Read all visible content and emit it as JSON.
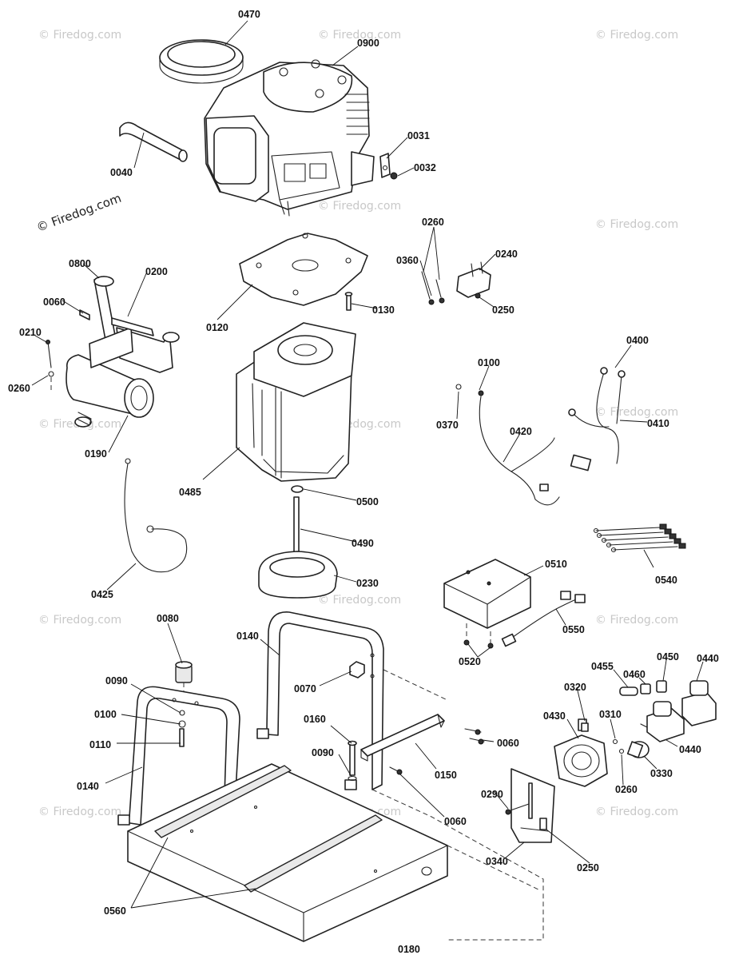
{
  "watermarks": {
    "copyright": "© Firedog.com",
    "plain": "Firedog.com"
  },
  "callouts": {
    "c0470": "0470",
    "c0900": "0900",
    "c0040": "0040",
    "c0031": "0031",
    "c0032": "0032",
    "c0260a": "0260",
    "c0240": "0240",
    "c0360": "0360",
    "c0250a": "0250",
    "c0800": "0800",
    "c0200": "0200",
    "c0060a": "0060",
    "c0210": "0210",
    "c0260b": "0260",
    "c0190": "0190",
    "c0120": "0120",
    "c0130": "0130",
    "c0400": "0400",
    "c0100a": "0100",
    "c0370": "0370",
    "c0420": "0420",
    "c0410": "0410",
    "c0485": "0485",
    "c0500": "0500",
    "c0490": "0490",
    "c0230": "0230",
    "c0425": "0425",
    "c0540": "0540",
    "c0510": "0510",
    "c0550": "0550",
    "c0520": "0520",
    "c0080": "0080",
    "c0140a": "0140",
    "c0070": "0070",
    "c0090a": "0090",
    "c0100b": "0100",
    "c0110": "0110",
    "c0140b": "0140",
    "c0160": "0160",
    "c0090b": "0090",
    "c0060b": "0060",
    "c0150": "0150",
    "c0060c": "0060",
    "c0455": "0455",
    "c0460": "0460",
    "c0450": "0450",
    "c0440a": "0440",
    "c0320": "0320",
    "c0430": "0430",
    "c0310": "0310",
    "c0260c": "0260",
    "c0330": "0330",
    "c0440b": "0440",
    "c0290": "0290",
    "c0340": "0340",
    "c0250b": "0250",
    "c0560": "0560",
    "c0180": "0180"
  }
}
